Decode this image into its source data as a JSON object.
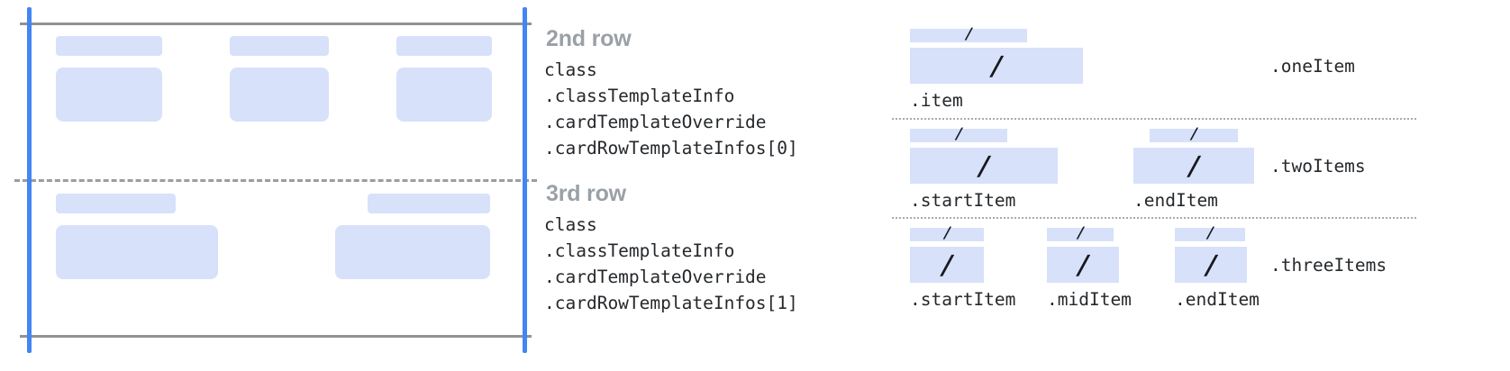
{
  "colors": {
    "guide_blue": "#4285f4",
    "box_blue": "#d7e1fa",
    "rule_gray": "#909296",
    "heading_gray": "#9aa0a6",
    "text_dark": "#25282b"
  },
  "card_panel": {
    "rows": [
      {
        "name": "2nd row",
        "columns": [
          {
            "header_bar": true,
            "body_box": true
          },
          {
            "header_bar": true,
            "body_box": true
          },
          {
            "header_bar": true,
            "body_box": true
          }
        ]
      },
      {
        "name": "3rd row",
        "columns": [
          {
            "header_bar": true,
            "body_box": true
          },
          {
            "header_bar": true,
            "body_box": true
          }
        ]
      }
    ]
  },
  "annotations": [
    {
      "heading": "2nd row",
      "code_lines": [
        "class",
        ".classTemplateInfo",
        ".cardTemplateOverride",
        ".cardRowTemplateInfos[0]"
      ]
    },
    {
      "heading": "3rd row",
      "code_lines": [
        "class",
        ".classTemplateInfo",
        ".cardTemplateOverride",
        ".cardRowTemplateInfos[1]"
      ]
    }
  ],
  "item_variants": [
    {
      "group_label": ".oneItem",
      "items": [
        {
          "label": ".item",
          "glyph": "/"
        }
      ]
    },
    {
      "group_label": ".twoItems",
      "items": [
        {
          "label": ".startItem",
          "glyph": "/"
        },
        {
          "label": ".endItem",
          "glyph": "/"
        }
      ]
    },
    {
      "group_label": ".threeItems",
      "items": [
        {
          "label": ".startItem",
          "glyph": "/"
        },
        {
          "label": ".midItem",
          "glyph": "/"
        },
        {
          "label": ".endItem",
          "glyph": "/"
        }
      ]
    }
  ]
}
